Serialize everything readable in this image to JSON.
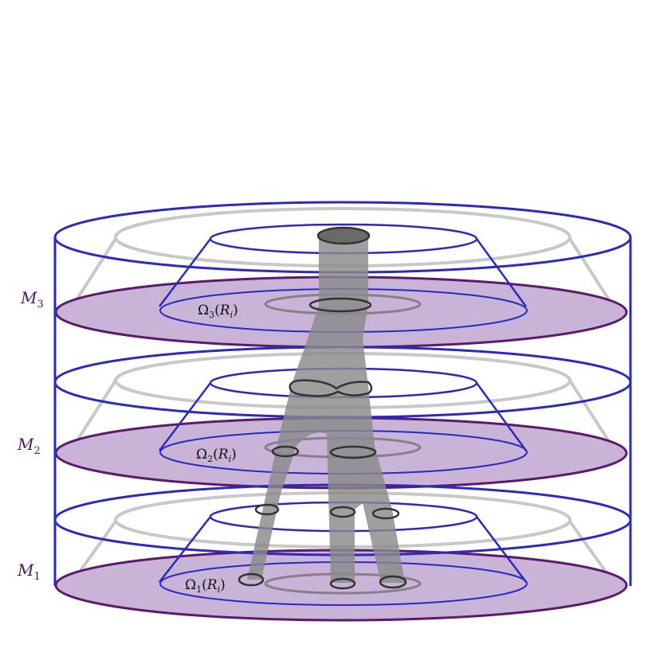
{
  "layers": [
    {
      "label_main": "M",
      "label_sub": "3",
      "omega_main": "Ω",
      "omega_sub": "3",
      "omega_arg": "R",
      "omega_arg_sub": "i"
    },
    {
      "label_main": "M",
      "label_sub": "2",
      "omega_main": "Ω",
      "omega_sub": "2",
      "omega_arg": "R",
      "omega_arg_sub": "i"
    },
    {
      "label_main": "M",
      "label_sub": "1",
      "omega_main": "Ω",
      "omega_sub": "1",
      "omega_arg": "R",
      "omega_arg_sub": "i"
    }
  ],
  "colors": {
    "cylinder_outline": "#2a2ac0",
    "frustum_outline": "#2a2ac0",
    "disk_fill": "#c9b3d6",
    "disk_edge": "#5c1a6e",
    "ghost": "#c8c8c8",
    "tube_fill": "#8a8a8a",
    "tube_edge": "#333333",
    "label_text": "#4a1a5a"
  }
}
